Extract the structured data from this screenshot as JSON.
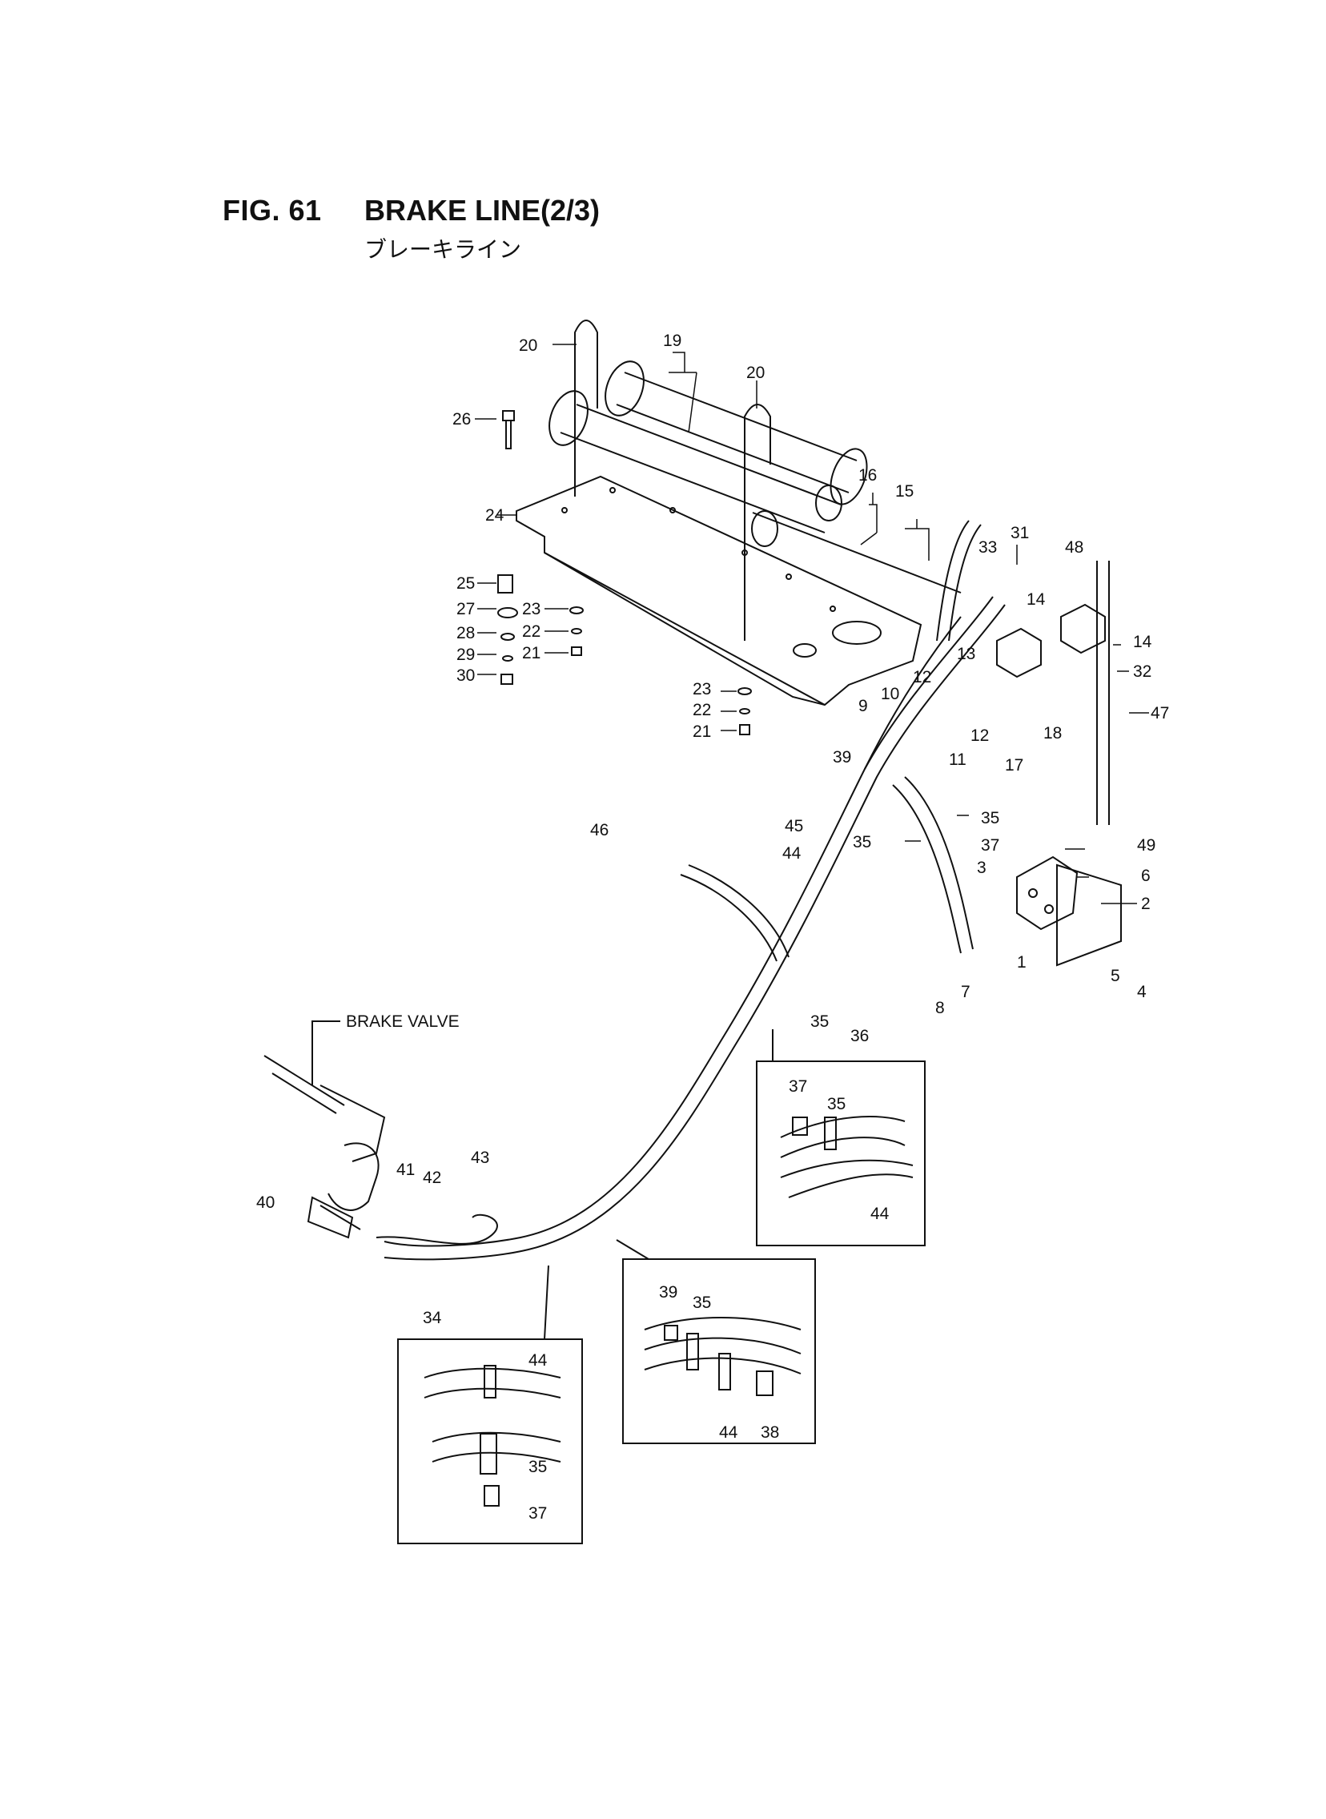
{
  "figure": {
    "number": "FIG. 61",
    "title": "BRAKE LINE(2/3)",
    "subtitle_jp": "ブレーキライン"
  },
  "callouts": {
    "brake_valve": "BRAKE VALVE",
    "p1": "1",
    "p2": "2",
    "p3": "3",
    "p4": "4",
    "p5": "5",
    "p6": "6",
    "p7": "7",
    "p8": "8",
    "p9": "9",
    "p10": "10",
    "p11": "11",
    "p12": "12",
    "p13": "13",
    "p14": "14",
    "p15": "15",
    "p16": "16",
    "p17": "17",
    "p18": "18",
    "p19": "19",
    "p20": "20",
    "p21": "21",
    "p22": "22",
    "p23": "23",
    "p24": "24",
    "p25": "25",
    "p26": "26",
    "p27": "27",
    "p28": "28",
    "p29": "29",
    "p30": "30",
    "p31": "31",
    "p32": "32",
    "p33": "33",
    "p34": "34",
    "p35": "35",
    "p36": "36",
    "p37": "37",
    "p38": "38",
    "p39": "39",
    "p40": "40",
    "p41": "41",
    "p42": "42",
    "p43": "43",
    "p44": "44",
    "p45": "45",
    "p46": "46",
    "p47": "47",
    "p48": "48",
    "p49": "49"
  }
}
